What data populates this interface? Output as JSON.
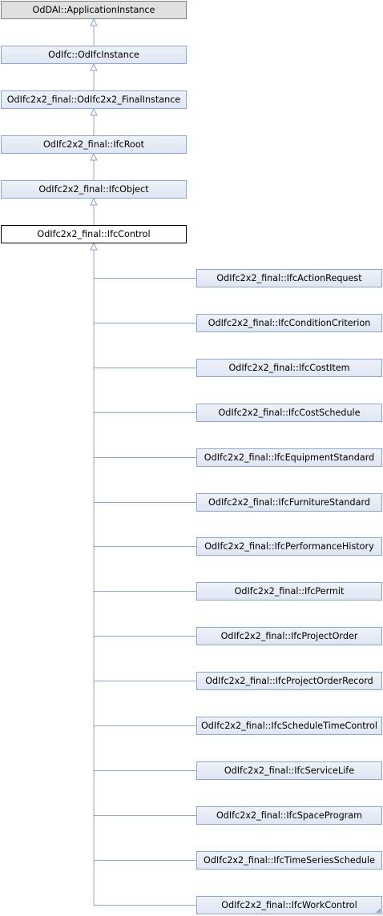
{
  "diagram": {
    "colors": {
      "edge": "#8ca6cf",
      "node_border": "#8ca6cf",
      "current_border": "#000000",
      "root_fill": "#e0e0e0"
    },
    "ancestors": [
      "OdDAI::ApplicationInstance",
      "OdIfc::OdIfcInstance",
      "OdIfc2x2_final::OdIfc2x2_FinalInstance",
      "OdIfc2x2_final::IfcRoot",
      "OdIfc2x2_final::IfcObject"
    ],
    "current": "OdIfc2x2_final::IfcControl",
    "children": [
      "OdIfc2x2_final::IfcActionRequest",
      "OdIfc2x2_final::IfcConditionCriterion",
      "OdIfc2x2_final::IfcCostItem",
      "OdIfc2x2_final::IfcCostSchedule",
      "OdIfc2x2_final::IfcEquipmentStandard",
      "OdIfc2x2_final::IfcFurnitureStandard",
      "OdIfc2x2_final::IfcPerformanceHistory",
      "OdIfc2x2_final::IfcPermit",
      "OdIfc2x2_final::IfcProjectOrder",
      "OdIfc2x2_final::IfcProjectOrderRecord",
      "OdIfc2x2_final::IfcScheduleTimeControl",
      "OdIfc2x2_final::IfcServiceLife",
      "OdIfc2x2_final::IfcSpaceProgram",
      "OdIfc2x2_final::IfcTimeSeriesSchedule",
      "OdIfc2x2_final::IfcWorkControl"
    ]
  }
}
